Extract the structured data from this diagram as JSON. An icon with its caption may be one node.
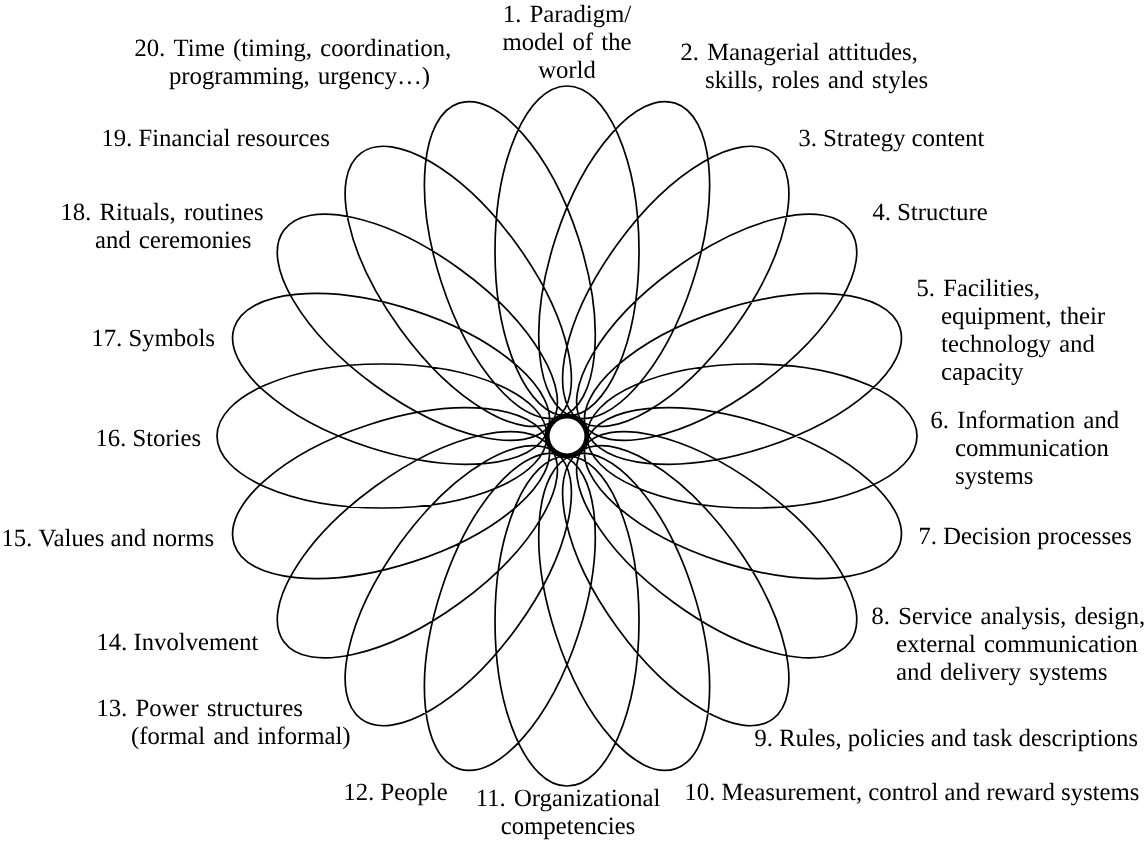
{
  "diagram": {
    "labels": [
      "1. Paradigm/ model of the world",
      "2. Managerial attitudes, skills, roles and styles",
      "3. Strategy content",
      "4. Structure",
      "5. Facilities, equipment, their technology and capacity",
      "6. Information and communication systems",
      "7. Decision processes",
      "8. Service analysis, design, external communication and delivery systems",
      "9. Rules, policies and task descriptions",
      "10. Measurement, control and reward systems",
      "11. Organizational competencies",
      "12. People",
      "13. Power structures (formal and informal)",
      "14. Involvement",
      "15. Values and norms",
      "16. Stories",
      "17. Symbols",
      "18. Rituals, routines and ceremonies",
      "19. Financial resources",
      "20. Time (timing, coordination, programming, urgency…)"
    ]
  }
}
